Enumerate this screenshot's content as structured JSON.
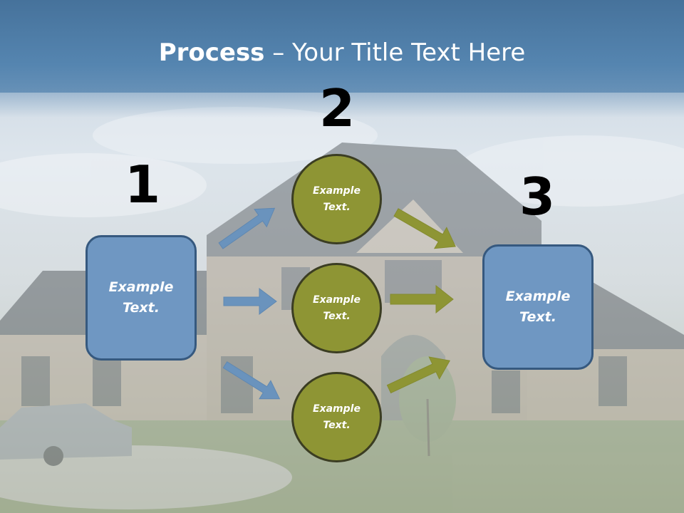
{
  "title": {
    "bold": "Process",
    "rest": " – Your Title Text Here"
  },
  "steps": {
    "one": {
      "number": "1",
      "text": "Example\nText."
    },
    "two": {
      "number": "2",
      "text": "Example\nText."
    },
    "three": {
      "number": "3",
      "text": "Example\nText."
    }
  },
  "circles": [
    {
      "text": "Example\nText."
    },
    {
      "text": "Example\nText."
    },
    {
      "text": "Example\nText."
    }
  ],
  "colors": {
    "box_fill": "#6f97c2",
    "box_border": "#36597f",
    "circle_fill": "#8e9534",
    "circle_border": "#3b3d22",
    "arrow_blue": "#6a93bd",
    "arrow_olive": "#8e9534",
    "title_bar": "#5585b0"
  }
}
